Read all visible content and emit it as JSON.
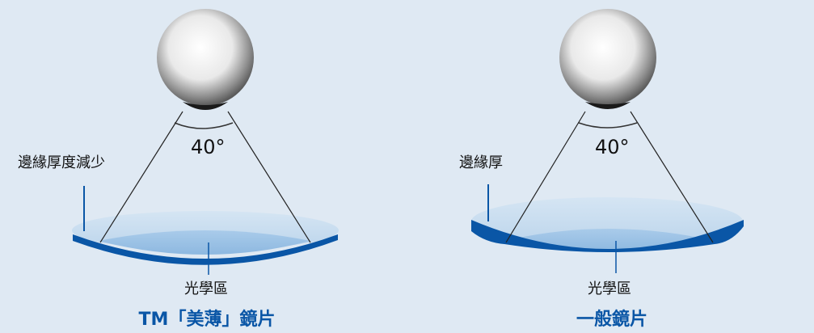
{
  "left": {
    "edge_label": "邊緣厚度減少",
    "angle_label": "40°",
    "zone_label": "光學區",
    "title": "TM「美薄」鏡片"
  },
  "right": {
    "edge_label": "邊緣厚",
    "angle_label": "40°",
    "zone_label": "光學區",
    "title": "一般鏡片"
  },
  "colors": {
    "background": "#dfe9f3",
    "lens_edge": "#0a56a6",
    "lens_fill_light": "#c4daee",
    "lens_fill_mid": "#9fc3e4",
    "title": "#0a56a6"
  }
}
